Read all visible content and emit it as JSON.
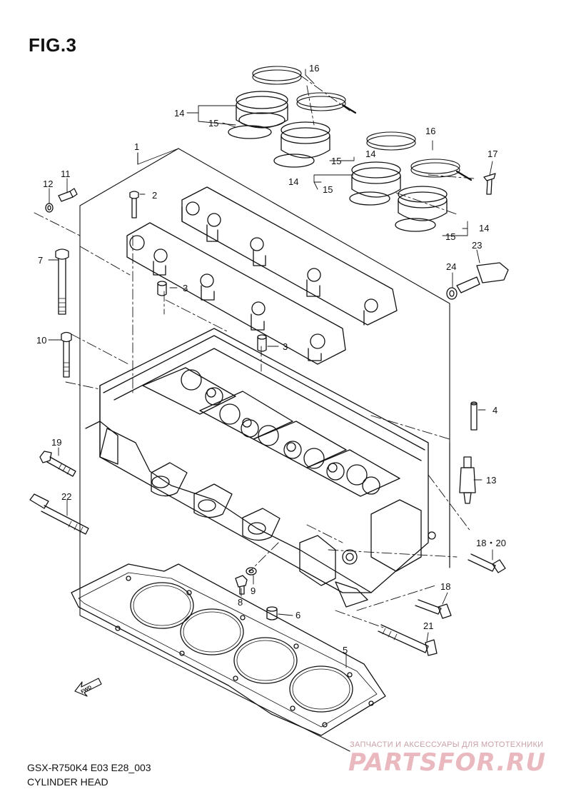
{
  "figure": {
    "title": "FIG.3"
  },
  "footer": {
    "model_code": "GSX-R750K4 E03 E28_003",
    "caption": "CYLINDER HEAD"
  },
  "watermark": {
    "tagline": "ЗАПЧАСТИ И АКСЕССУАРЫ ДЛЯ МОТОТЕХНИКИ",
    "brand": "PARTSFOR.RU"
  },
  "parts": [
    {
      "id": "callout-1",
      "text": "1"
    },
    {
      "id": "callout-2",
      "text": "2"
    },
    {
      "id": "callout-3a",
      "text": "3"
    },
    {
      "id": "callout-3b",
      "text": "3"
    },
    {
      "id": "callout-4",
      "text": "4"
    },
    {
      "id": "callout-5",
      "text": "5"
    },
    {
      "id": "callout-6",
      "text": "6"
    },
    {
      "id": "callout-7",
      "text": "7"
    },
    {
      "id": "callout-8",
      "text": "8"
    },
    {
      "id": "callout-9",
      "text": "9"
    },
    {
      "id": "callout-10",
      "text": "10"
    },
    {
      "id": "callout-11",
      "text": "11"
    },
    {
      "id": "callout-12",
      "text": "12"
    },
    {
      "id": "callout-13",
      "text": "13"
    },
    {
      "id": "callout-14a",
      "text": "14"
    },
    {
      "id": "callout-14b",
      "text": "14"
    },
    {
      "id": "callout-14c",
      "text": "14"
    },
    {
      "id": "callout-14d",
      "text": "14"
    },
    {
      "id": "callout-15a",
      "text": "15"
    },
    {
      "id": "callout-15b",
      "text": "15"
    },
    {
      "id": "callout-15c",
      "text": "15"
    },
    {
      "id": "callout-15d",
      "text": "15"
    },
    {
      "id": "callout-16a",
      "text": "16"
    },
    {
      "id": "callout-16b",
      "text": "16"
    },
    {
      "id": "callout-17",
      "text": "17"
    },
    {
      "id": "callout-18a",
      "text": "18"
    },
    {
      "id": "callout-18-20",
      "text": "18・20"
    },
    {
      "id": "callout-19",
      "text": "19"
    },
    {
      "id": "callout-21",
      "text": "21"
    },
    {
      "id": "callout-22",
      "text": "22"
    },
    {
      "id": "callout-23",
      "text": "23"
    },
    {
      "id": "callout-24",
      "text": "24"
    }
  ],
  "fwd_label": "FWD"
}
